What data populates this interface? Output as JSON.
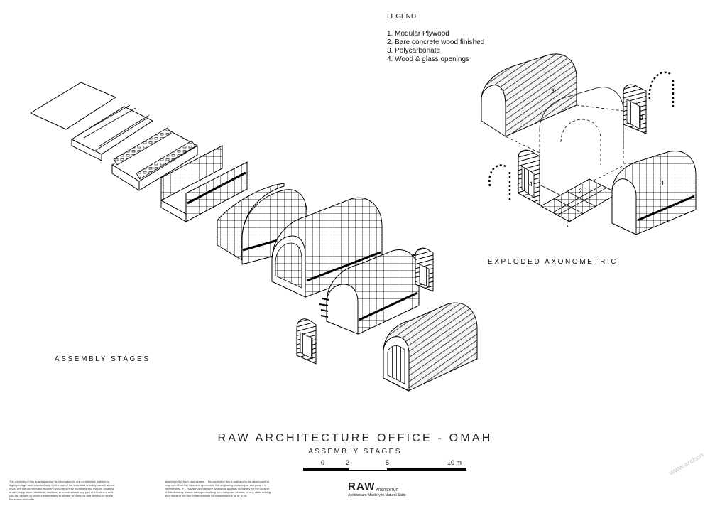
{
  "legend": {
    "title": "LEGEND",
    "items": [
      "1. Modular Plywood",
      "2. Bare concrete wood finished",
      "3. Polycarbonate",
      "4. Wood & glass openings"
    ]
  },
  "captions": {
    "exploded": "EXPLODED AXONOMETRIC",
    "assembly": "ASSEMBLY STAGES"
  },
  "diagram_labels": {
    "polycarbonate": "3",
    "concrete": "2",
    "plywood": "1",
    "opening_left": "4",
    "opening_right": "4"
  },
  "title_block": {
    "main": "RAW ARCHITECTURE OFFICE - OMAH",
    "sub": "ASSEMBLY STAGES"
  },
  "scale_bar": {
    "ticks": [
      "0",
      "2",
      "5",
      "10 m"
    ]
  },
  "logo": {
    "main": "RAW",
    "superscript": "ARSITEKTUR",
    "tagline": "Architecture Mastery in Natural State"
  },
  "disclaimer": {
    "col1": "The contents of this drawing and/or its information(s) are confidential, subject to legal privilege, and intended only for the use of the individual or entity named above. If you are not the intended recipient, you are strictly prohibited and may be unlawful to use, copy, store, distribute, disclose, or communicate any part of it to others and you are obliged to return it immediately to sender or notify us and destroy or delete the e-mail and/or its",
    "col2": "attachment(s) from your system. This content of this e-mail and/or its attachment(s) may not reflect the view and opinions of the originating company or any party it is representing. PT. Rawstin Architecture Workshop accepts no liability for the content of this drawing, loss or damage resulting from computer viruses, or any claim arising as a result of the use of this medium for transmissions by or to us."
  },
  "watermark": "www.archcn"
}
